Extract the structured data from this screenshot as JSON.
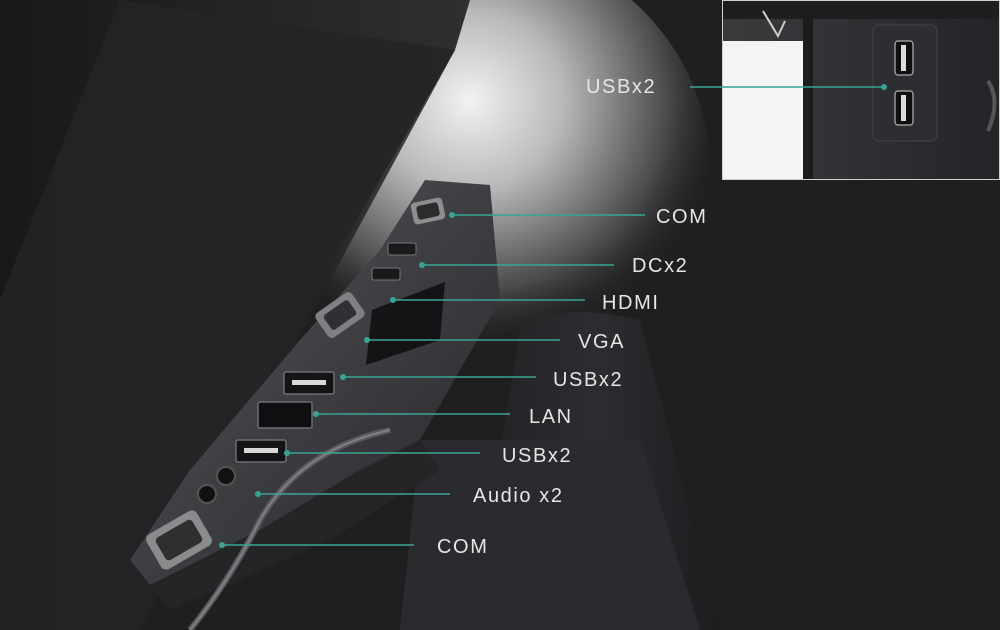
{
  "labels": {
    "inset_usb": "USBx2",
    "com_top": "COM",
    "dc": "DCx2",
    "hdmi": "HDMI",
    "vga": "VGA",
    "usb_1": "USBx2",
    "lan": "LAN",
    "usb_2": "USBx2",
    "audio": "Audio x2",
    "com_bottom": "COM"
  },
  "colors": {
    "background": "#1e1e1f",
    "callout_line": "#3aa396",
    "callout_dot": "#3aa396",
    "label_text": "#e6e6e6",
    "inset_border": "#cfcfcf"
  }
}
